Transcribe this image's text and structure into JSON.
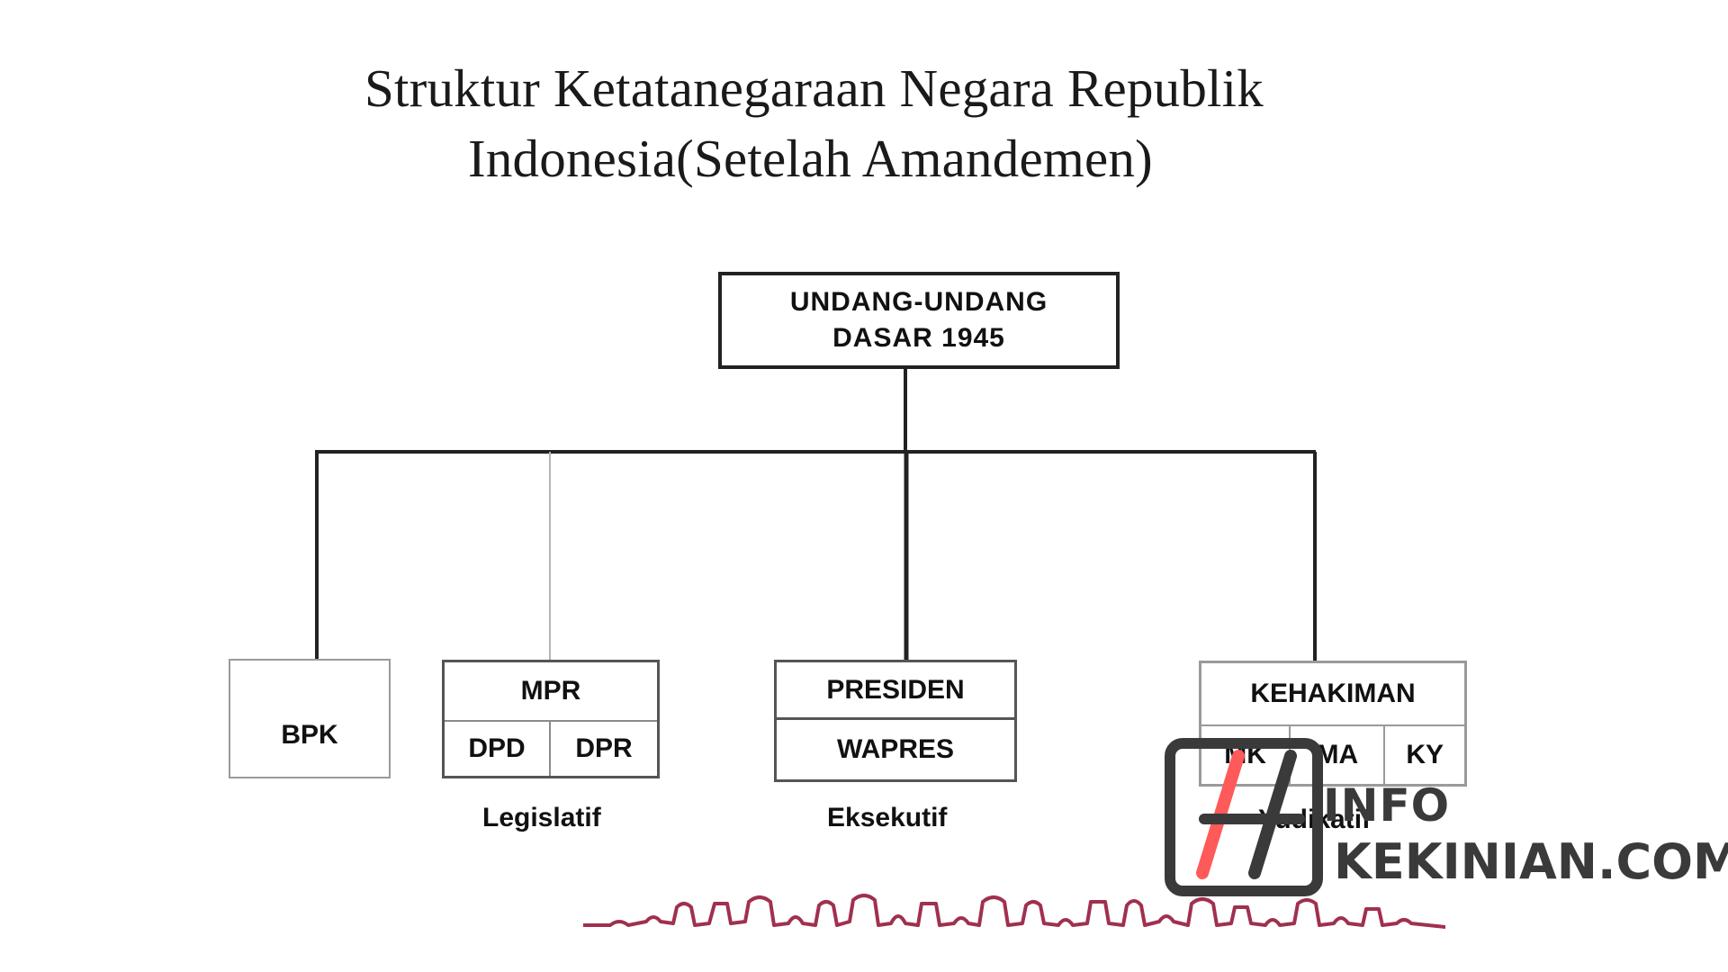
{
  "title": {
    "line1": "Struktur Ketatanegaraan Negara Republik",
    "line2": "Indonesia(Setelah Amandemen)"
  },
  "root": {
    "line1": "UNDANG-UNDANG",
    "line2": "DASAR 1945"
  },
  "bpk": {
    "label": "BPK"
  },
  "legislatif": {
    "top": "MPR",
    "left": "DPD",
    "right": "DPR",
    "caption": "Legislatif"
  },
  "eksekutif": {
    "top": "PRESIDEN",
    "bottom": "WAPRES",
    "caption": "Eksekutif"
  },
  "yudikatif": {
    "top": "KEHAKIMAN",
    "cells": [
      "MK",
      "MA",
      "KY"
    ],
    "caption": "Yudikatif"
  },
  "watermark": {
    "line1": "INFO",
    "line2": "KEKINIAN.COM",
    "accent_color": "#ff5a5a",
    "text_color": "#3a3a3a"
  },
  "colors": {
    "line": "#222222",
    "skyline": "#a0304e"
  }
}
